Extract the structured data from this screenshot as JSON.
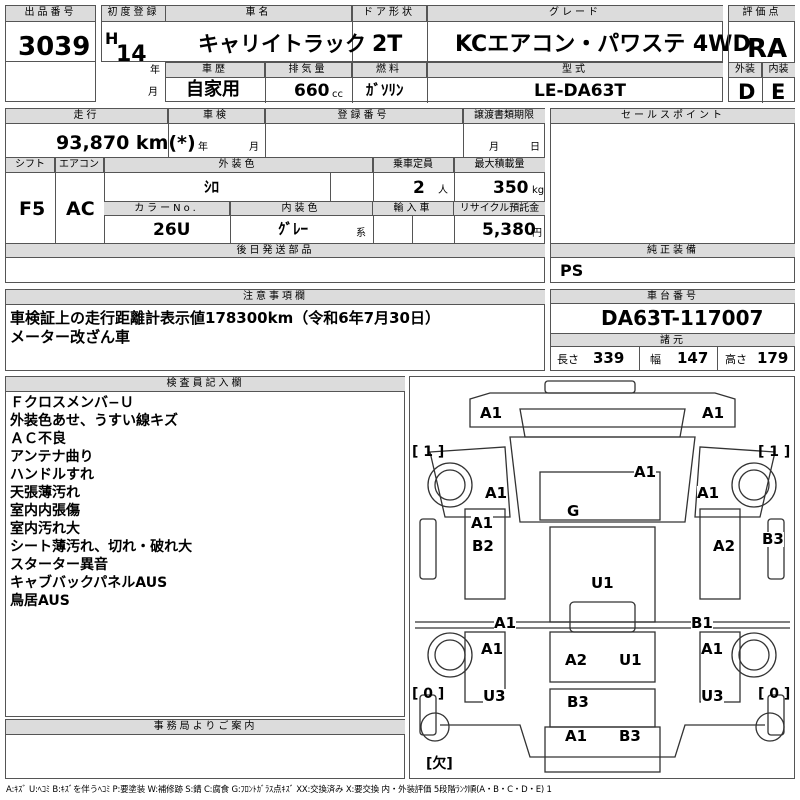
{
  "header": {
    "lot_label": "出品番号",
    "lot_no": "3039",
    "first_reg_label": "初度登録",
    "era": "H",
    "year": "14",
    "year_unit": "年",
    "month_unit": "月",
    "car_name_label": "車名",
    "car_name": "キャリイトラック",
    "door_label": "ドア形状",
    "door": "2T",
    "grade_label": "グレード",
    "grade": "KCエアコン・パワステ 4WD",
    "score_label": "評価点",
    "score": "RA",
    "history_label": "車歴",
    "history": "自家用",
    "displacement_label": "排気量",
    "displacement": "660",
    "displacement_unit": "cc",
    "fuel_label": "燃料",
    "fuel": "ｶﾞｿﾘﾝ",
    "model_label": "型式",
    "model": "LE-DA63T",
    "exterior_label": "外装",
    "exterior": "D",
    "interior_label": "内装",
    "interior": "E"
  },
  "details": {
    "mileage_label": "走行",
    "mileage": "93,870 km(*)",
    "inspection_label": "車検",
    "insp_year_unit": "年",
    "insp_month_unit": "月",
    "reg_no_label": "登録番号",
    "transfer_label": "譲渡書類期限",
    "tr_month_unit": "月",
    "tr_day_unit": "日",
    "shift_label": "シフト",
    "shift": "F5",
    "ac_label": "エアコン",
    "ac": "AC",
    "ext_color_label": "外装色",
    "ext_color": "ｼﾛ",
    "capacity_label": "乗車定員",
    "capacity": "2",
    "capacity_unit": "人",
    "max_load_label": "最大積載量",
    "max_load": "350",
    "max_load_unit": "kg",
    "color_no_label": "カラーNo.",
    "color_no": "26U",
    "int_color_label": "内装色",
    "int_color": "ｸﾞﾚｰ",
    "int_color_unit": "系",
    "import_label": "輸入車",
    "recycle_label": "リサイクル預託金",
    "recycle": "5,380",
    "recycle_unit": "円",
    "later_parts_label": "後日発送部品"
  },
  "sales_point": {
    "label": "セールスポイント"
  },
  "equipment": {
    "label": "純正装備",
    "value": "PS"
  },
  "notes": {
    "label": "注意事項欄",
    "lines": [
      "車検証上の走行距離計表示値178300km（令和6年7月30日）",
      "メーター改ざん車"
    ]
  },
  "chassis": {
    "label": "車台番号",
    "value": "DA63T-117007",
    "spec_label": "諸元",
    "length_label": "長さ",
    "length": "339",
    "width_label": "幅",
    "width": "147",
    "height_label": "高さ",
    "height": "179"
  },
  "inspector": {
    "label": "検査員記入欄",
    "lines": [
      "Ｆクロスメンバ−Ｕ",
      "外装色あせ、うすい線キズ",
      "ＡＣ不良",
      "アンテナ曲り",
      "ハンドルすれ",
      "天張薄汚れ",
      "室内内張傷",
      "室内汚れ大",
      "シート薄汚れ、切れ・破れ大",
      "スターター異音",
      "キャブバックパネルAUS",
      "鳥居AUS"
    ]
  },
  "office": {
    "label": "事務局よりご案内"
  },
  "diagram": {
    "side_labels": {
      "left_top": "[ 1 ]",
      "right_top": "[ 1 ]",
      "left_bottom": "[ 0 ]",
      "right_bottom": "[ 0 ]",
      "missing": "[欠]"
    },
    "marks": [
      "A1",
      "A1",
      "A1",
      "A1",
      "A1",
      "G",
      "A1",
      "B2",
      "A2",
      "B3",
      "U1",
      "A1",
      "B1",
      "A1",
      "A1",
      "A2",
      "U1",
      "U3",
      "U3",
      "B3",
      "A1",
      "B3"
    ]
  },
  "legend": "A:ｷｽﾞ U:ﾍｺﾐ B:ｷｽﾞを伴うﾍｺﾐ P:要塗装 W:補修跡 S:錆 C:腐食 G:ﾌﾛﾝﾄｶﾞﾗｽ点ｷｽﾞ XX:交換済み X:要交換 内・外装評価 5段階ﾗﾝｸ順(A・B・C・D・E) 1"
}
